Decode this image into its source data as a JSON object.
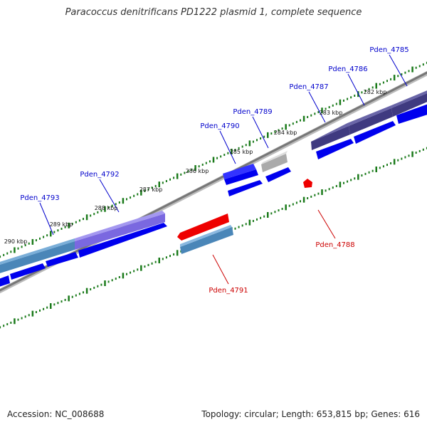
{
  "title": "Paracoccus denitrificans PD1222 plasmid 1, complete sequence",
  "accession_text": "Accession: NC_008688",
  "summary_text": "Topology: circular; Length: 653,815 bp; Genes: 616",
  "colors": {
    "backbone": "#888888",
    "tick": "#1a7a1a",
    "forward_label": "#0000cc",
    "reverse_label": "#cc0000",
    "cds_blue": "#0000ee",
    "cds_red": "#ee0000",
    "cds_grey": "#bbbbbb",
    "cog_purple": "#8070e0",
    "cog_steel": "#4a86b8",
    "cog_navy": "#3f3a80"
  },
  "kbp_labels": [
    "282 kbp",
    "283 kbp",
    "284 kbp",
    "285 kbp",
    "286 kbp",
    "287 kbp",
    "288 kbp",
    "289 kbp",
    "290 kbp"
  ],
  "genes_forward": [
    "Pden_4785",
    "Pden_4786",
    "Pden_4787",
    "Pden_4789",
    "Pden_4790",
    "Pden_4792",
    "Pden_4793"
  ],
  "genes_reverse": [
    "Pden_4788",
    "Pden_4791"
  ]
}
